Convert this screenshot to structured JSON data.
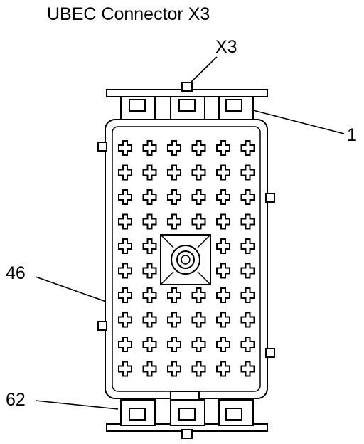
{
  "diagram": {
    "title": "UBEC Connector X3",
    "callouts": {
      "connector": "X3",
      "pin_first": "1",
      "pin_mid": "46",
      "pin_last": "62"
    },
    "terminal_grid": {
      "columns": 6,
      "rows": 10
    }
  }
}
